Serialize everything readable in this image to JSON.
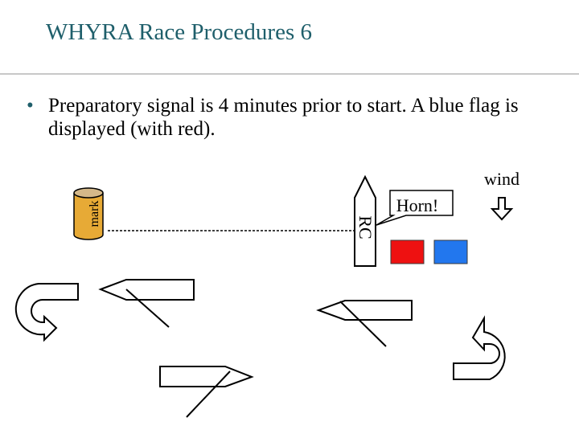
{
  "slide": {
    "title": "WHYRA Race Procedures 6",
    "bullet": "Preparatory signal is 4 minutes prior to start. A blue flag is displayed (with red)."
  },
  "diagram": {
    "mark_label": "mark",
    "committee_boat_label": "RC",
    "callout_text": "Horn!",
    "wind_label": "wind",
    "flag_colors": {
      "red": "#ee1111",
      "blue": "#2277ee"
    },
    "accent_color": "#1f5f6b"
  }
}
